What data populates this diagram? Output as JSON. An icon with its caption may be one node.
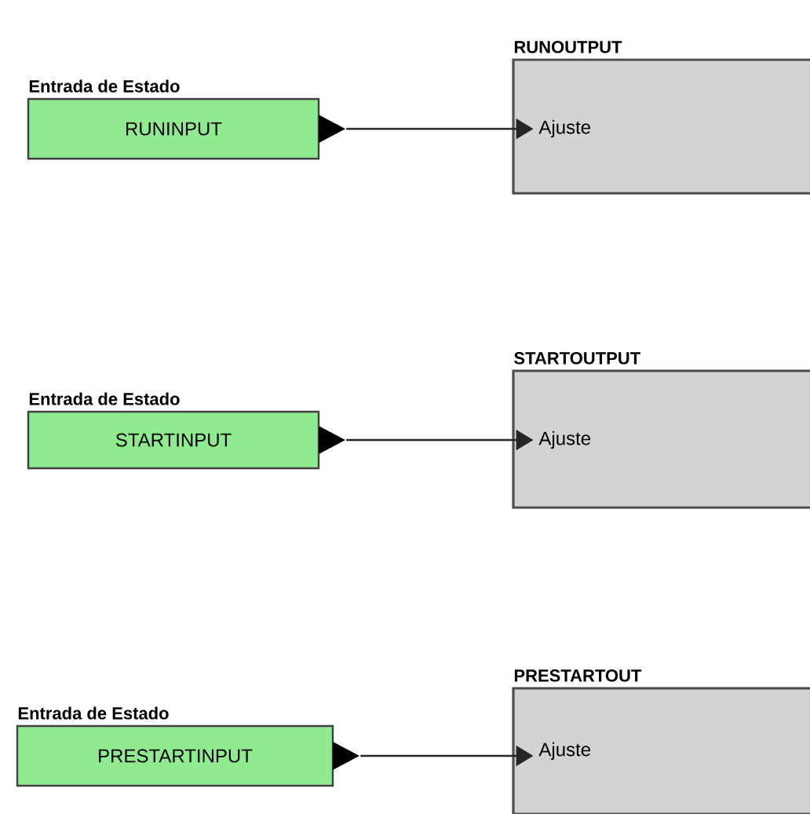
{
  "diagram": {
    "nodes": [
      {
        "text": [
          "Entrada de Estado",
          "RUNINPUT"
        ]
      },
      {
        "text": [
          "RUNOUTPUT",
          "Ajuste"
        ]
      },
      {
        "text": [
          "Entrada de Estado",
          "STARTINPUT"
        ]
      },
      {
        "text": [
          "STARTOUTPUT",
          "Ajuste"
        ]
      },
      {
        "text": [
          "Entrada de Estado",
          "PRESTARTINPUT"
        ]
      },
      {
        "text": [
          "PRESTARTOUT",
          "Ajuste"
        ]
      }
    ],
    "edges": [
      {
        "from": 0,
        "to": 1,
        "arrow": "to"
      },
      {
        "from": 2,
        "to": 3,
        "arrow": "to"
      },
      {
        "from": 4,
        "to": 5,
        "arrow": "to"
      }
    ]
  }
}
